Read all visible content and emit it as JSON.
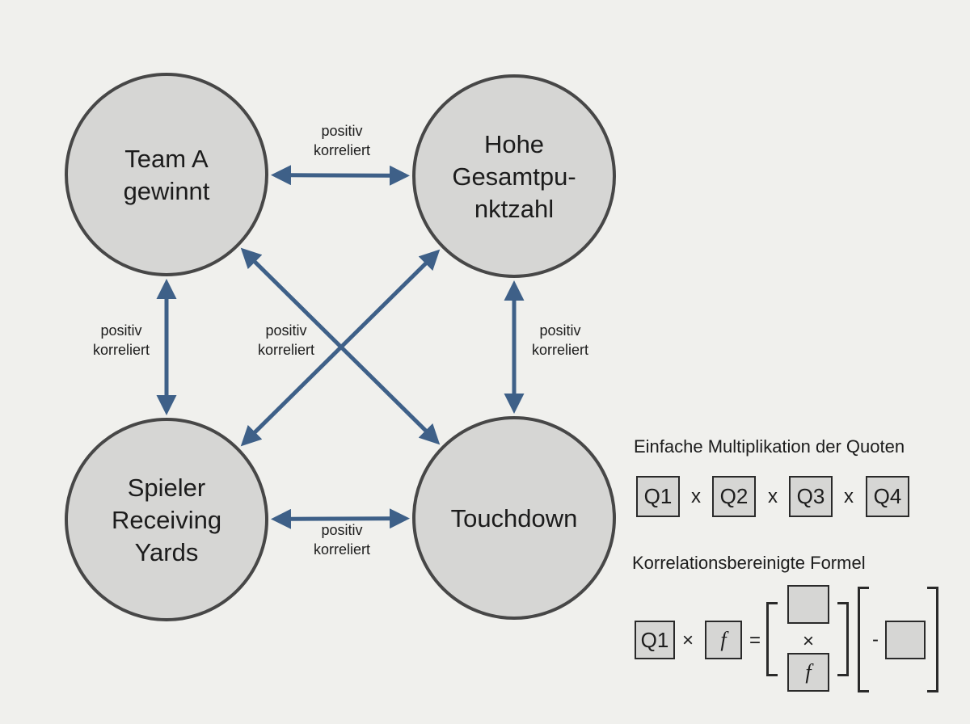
{
  "nodes": [
    {
      "id": "team-a",
      "lines": [
        "Team A",
        "gewinnt"
      ]
    },
    {
      "id": "total-points",
      "lines": [
        "Hohe",
        "Gesamtpu-",
        "nktzahl"
      ]
    },
    {
      "id": "receiving-yards",
      "lines": [
        "Spieler",
        "Receiving",
        "Yards"
      ]
    },
    {
      "id": "touchdown",
      "lines": [
        "Touchdown"
      ]
    }
  ],
  "edges": [
    {
      "from": "team-a",
      "to": "total-points",
      "label": [
        "positiv",
        "korreliert"
      ]
    },
    {
      "from": "team-a",
      "to": "receiving-yards",
      "label": [
        "positiv",
        "korreliert"
      ]
    },
    {
      "from": "total-points",
      "to": "receiving-yards",
      "label": [
        "positiv",
        "korreliert"
      ]
    },
    {
      "from": "team-a",
      "to": "touchdown",
      "label": []
    },
    {
      "from": "total-points",
      "to": "touchdown",
      "label": [
        "positiv",
        "korreliert"
      ]
    },
    {
      "from": "receiving-yards",
      "to": "touchdown",
      "label": [
        "positiv",
        "korreliert"
      ]
    }
  ],
  "formulas": {
    "simple": {
      "title": "Einfache Multiplikation der Quoten",
      "q1": "Q1",
      "q2": "Q2",
      "q3": "Q3",
      "q4": "Q4",
      "operator": "x"
    },
    "adjusted": {
      "title": "Korrelationsbereinigte Formel",
      "q1": "Q1",
      "times": "×",
      "f": "f",
      "equals": "=",
      "numerator": "",
      "fraction_op": "×",
      "denominator": "f",
      "minus": "-",
      "subtrahend": ""
    }
  },
  "colors": {
    "background": "#f0f0ed",
    "node_fill": "#d6d6d4",
    "node_stroke": "#474747",
    "arrow": "#3e6088"
  }
}
